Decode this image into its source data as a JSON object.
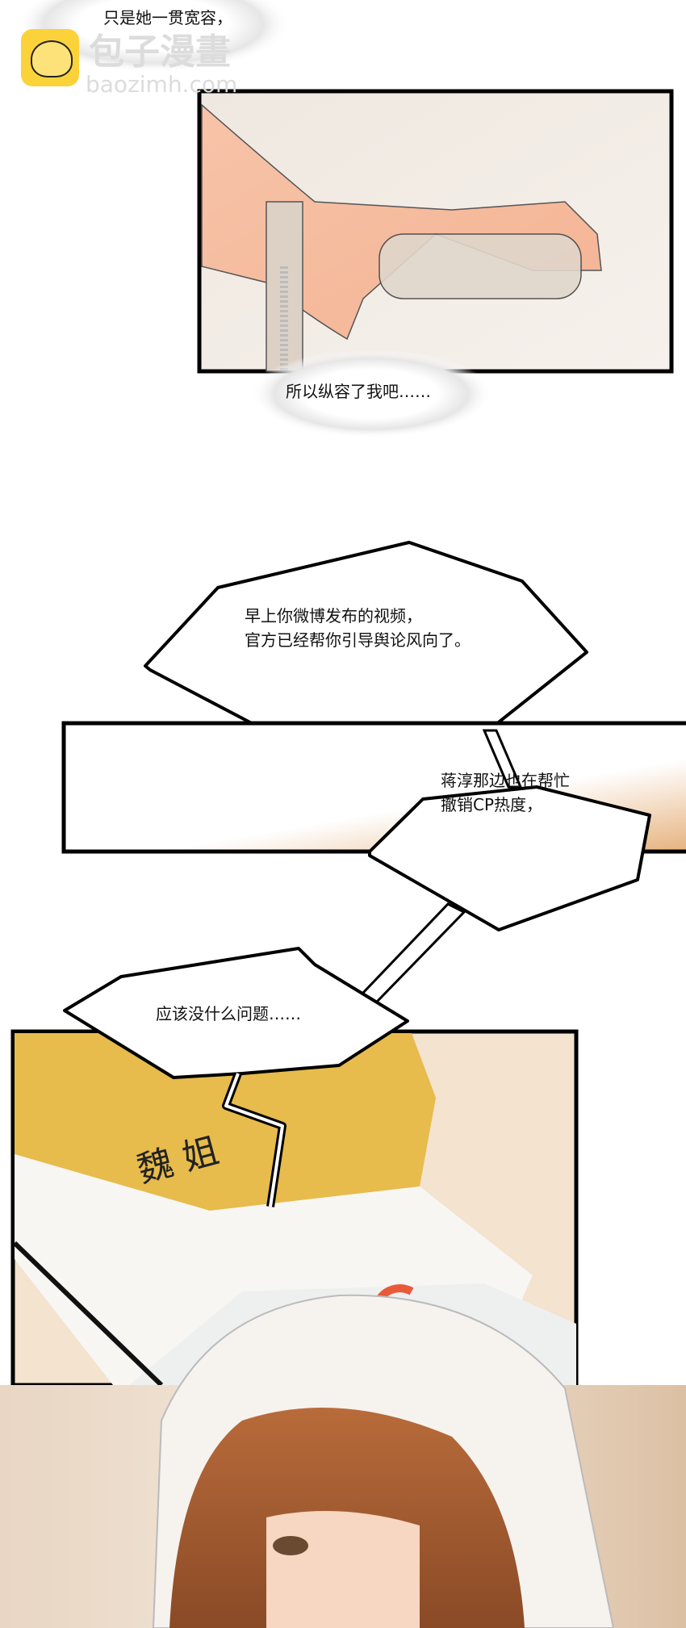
{
  "watermark": {
    "name": "包子漫畫",
    "url": "baozimh.com",
    "logo_color": "#fcd23a"
  },
  "captions": {
    "top": "只是她一贯宽容，",
    "below_panel1": "所以纵容了我吧……"
  },
  "bubbles": [
    {
      "lines": [
        "早上你微博发布的视频，",
        "官方已经帮你引导舆论风向了。"
      ]
    },
    {
      "lines": [
        "蒋淳那边也在帮忙",
        "撤销CP热度，"
      ]
    },
    {
      "lines": [
        "应该没什么问题……"
      ]
    }
  ],
  "panel3": {
    "card_text": "魏 姐"
  }
}
